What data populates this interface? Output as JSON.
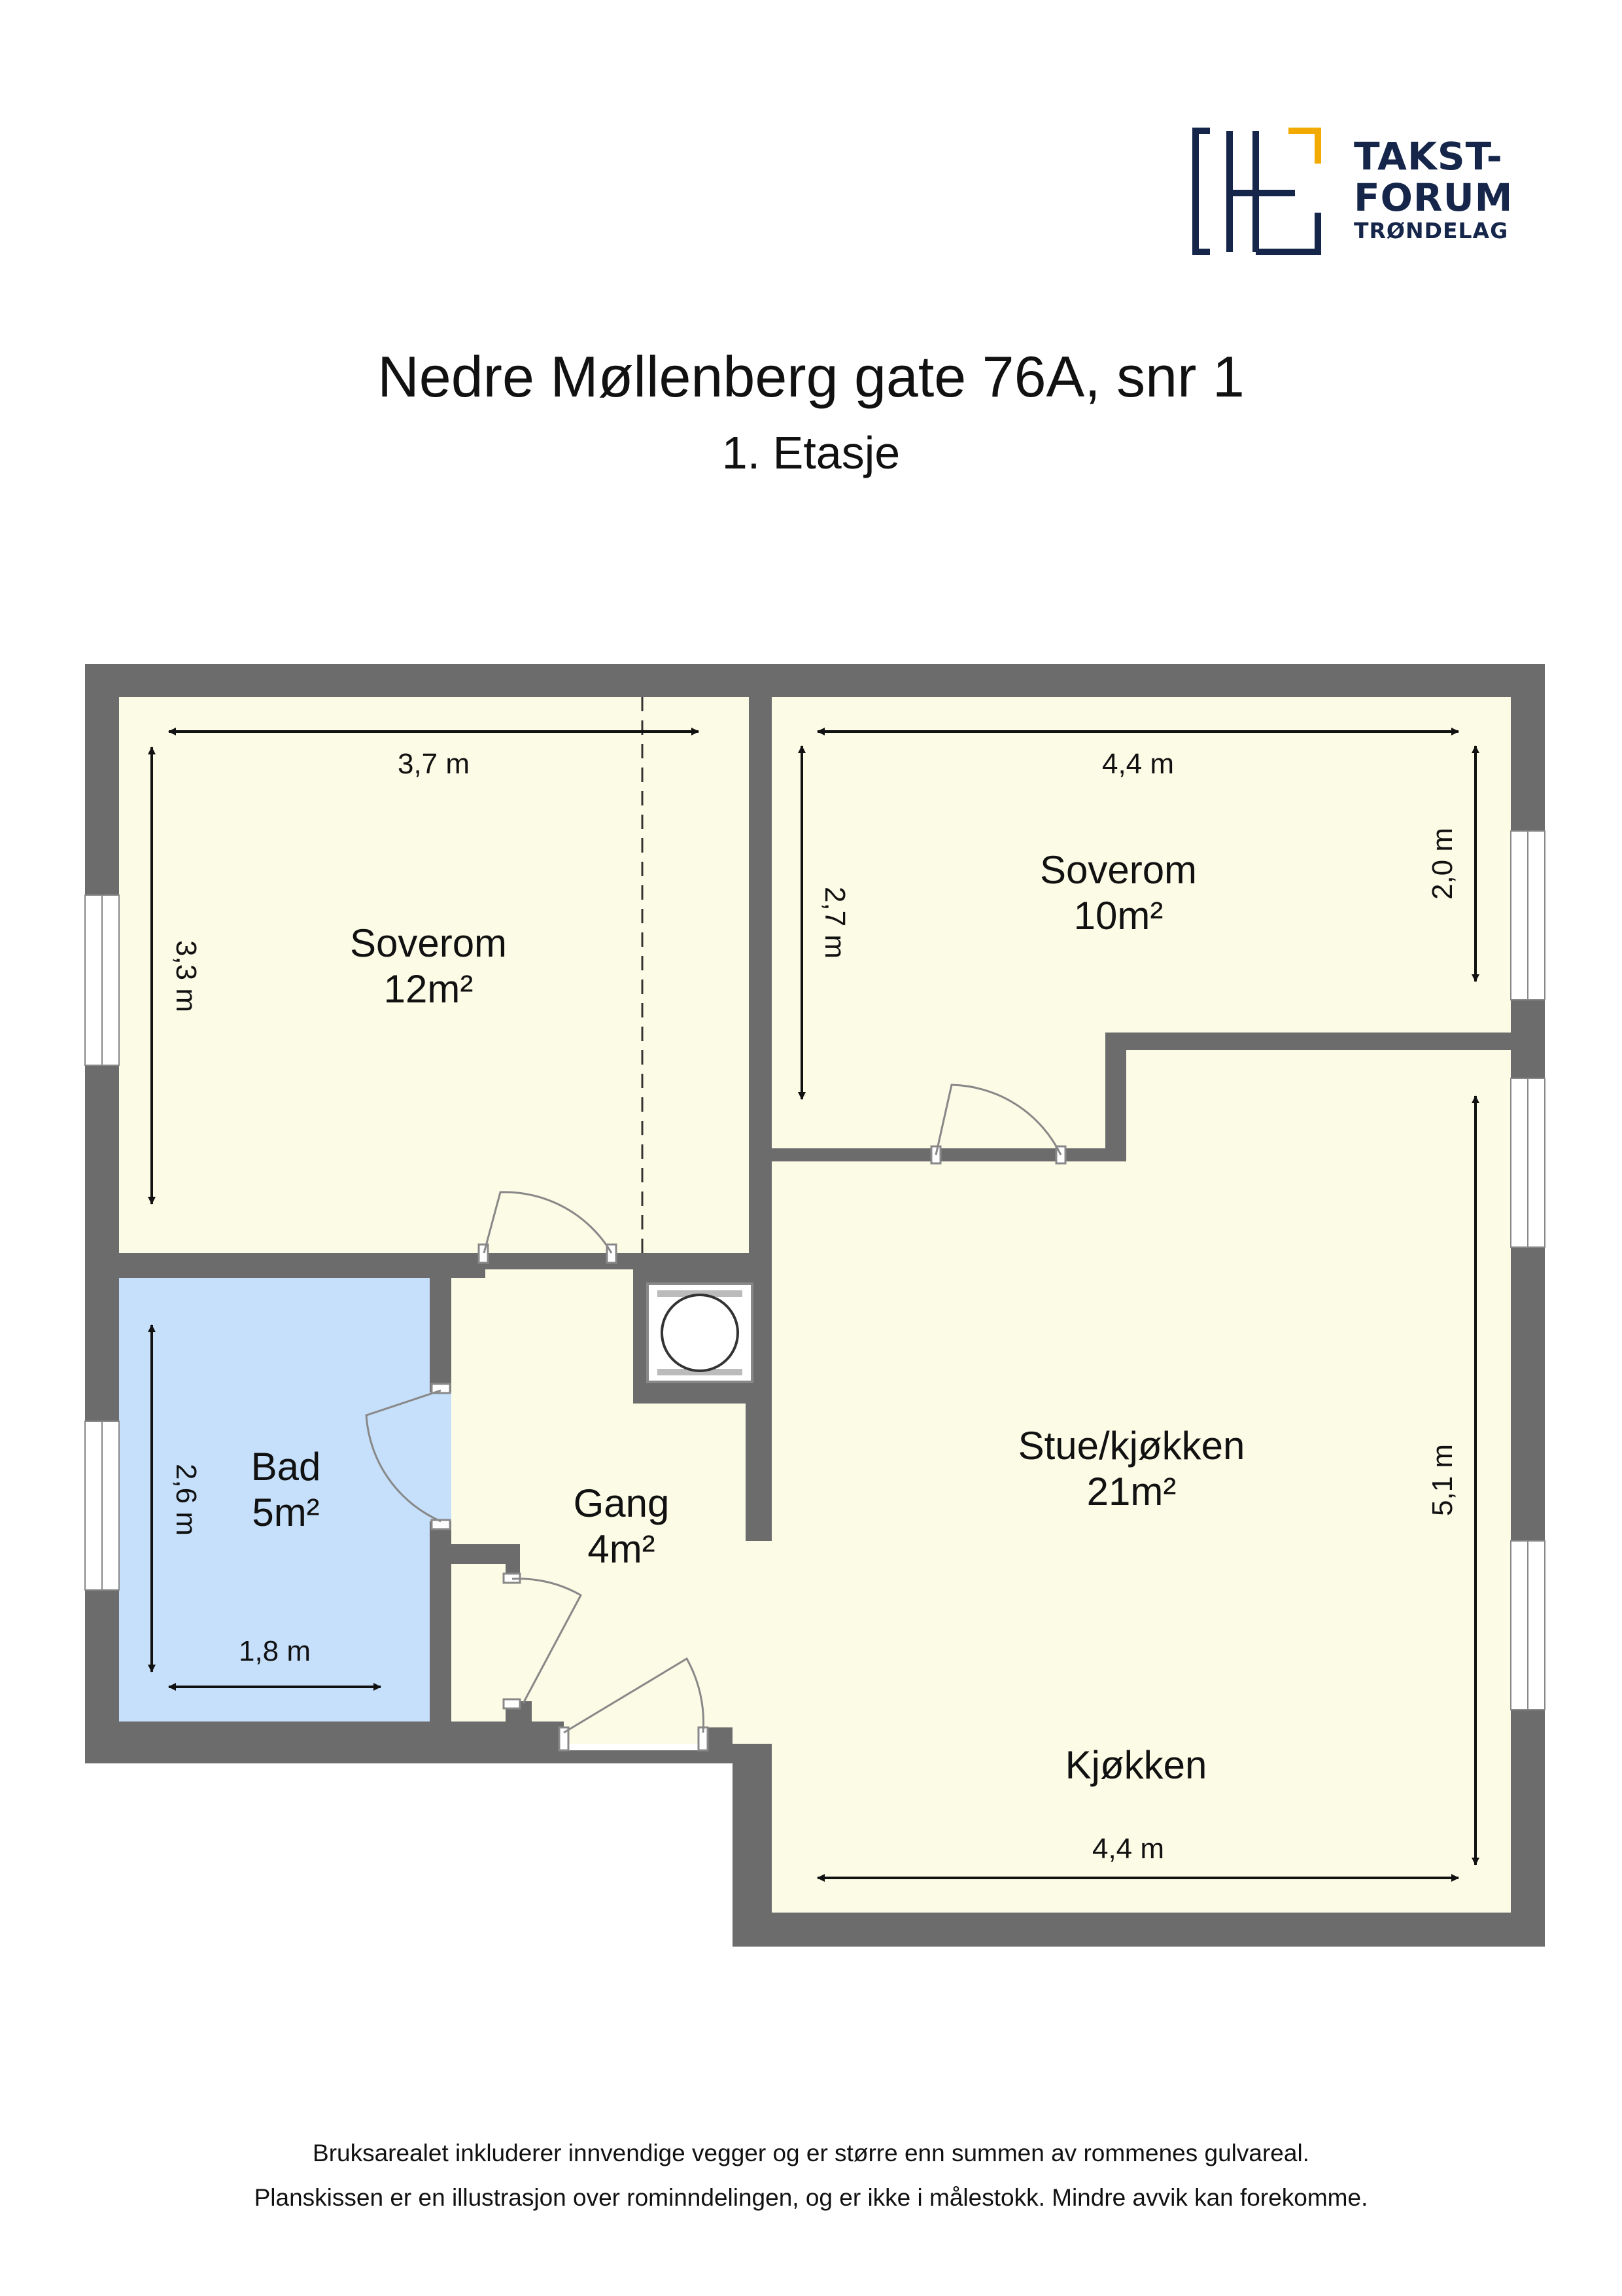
{
  "logo": {
    "name": "building-logo-icon",
    "line1": "TAKST-",
    "line2": "FORUM",
    "line3": "TRØNDELAG",
    "colors": {
      "navy": "#15264a",
      "accent": "#f2a900"
    }
  },
  "header": {
    "title": "Nedre Møllenberg gate 76A, snr 1",
    "subtitle": "1. Etasje"
  },
  "rooms": [
    {
      "id": "soverom-1",
      "name": "Soverom",
      "area": "12m²"
    },
    {
      "id": "soverom-2",
      "name": "Soverom",
      "area": "10m²"
    },
    {
      "id": "bad",
      "name": "Bad",
      "area": "5m²"
    },
    {
      "id": "gang",
      "name": "Gang",
      "area": "4m²"
    },
    {
      "id": "stue",
      "name": "Stue/kjøkken",
      "area": "21m²"
    }
  ],
  "extra_labels": {
    "kjokken": "Kjøkken"
  },
  "dimensions": {
    "soverom1_width": "3,7 m",
    "soverom1_height": "3,3 m",
    "soverom2_width": "4,4 m",
    "soverom2_height": "2,7 m",
    "soverom2_right": "2,0 m",
    "bad_height": "2,6 m",
    "bad_width": "1,8 m",
    "stue_height": "5,1 m",
    "stue_width": "4,4 m"
  },
  "colors": {
    "wall": "#6c6c6c",
    "floor": "#fcfbe6",
    "bath": "#c6e0fb",
    "window": "#ffffff"
  },
  "footer": {
    "line1": "Bruksarealet inkluderer innvendige vegger og er større enn summen av rommenes gulvareal.",
    "line2": "Planskissen er en illustrasjon over rominndelingen, og er ikke i målestokk. Mindre avvik kan forekomme."
  }
}
